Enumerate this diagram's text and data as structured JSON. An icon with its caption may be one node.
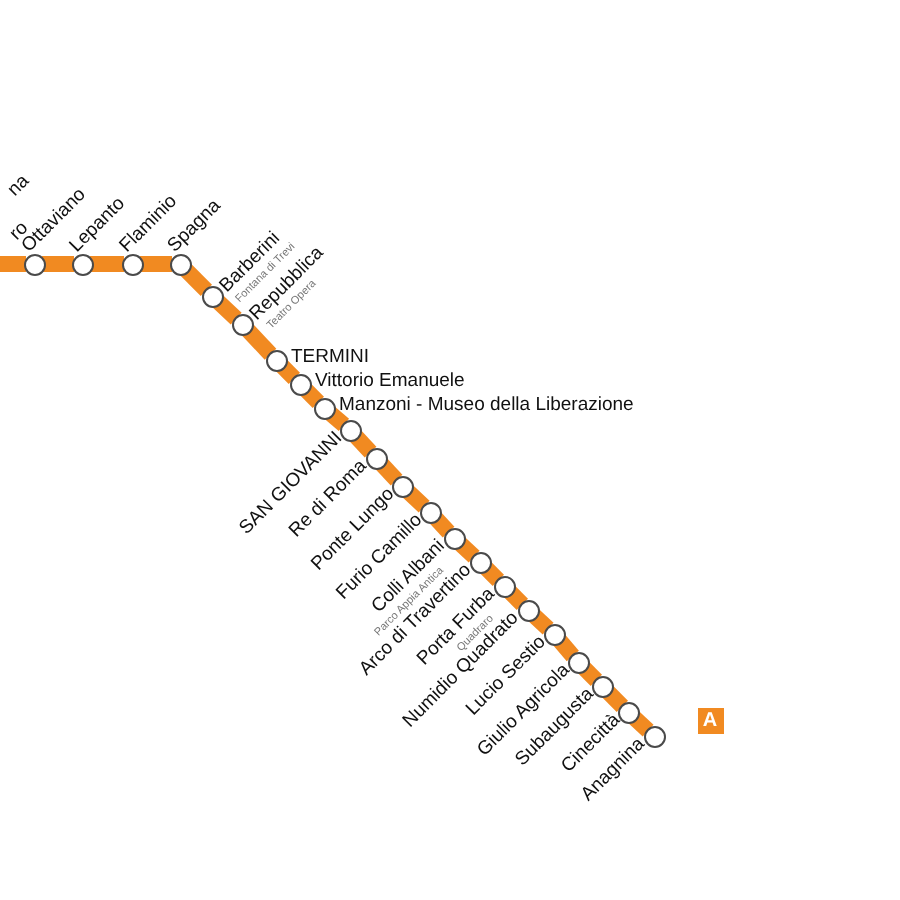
{
  "diagram": {
    "nodes": [
      {
        "text": [
          "Ottaviano"
        ]
      },
      {
        "text": [
          "Lepanto"
        ]
      },
      {
        "text": [
          "Flaminio"
        ]
      },
      {
        "text": [
          "Spagna"
        ]
      },
      {
        "text": [
          "Barberini"
        ],
        "beside": [
          "Fontana di Trevi"
        ]
      },
      {
        "text": [
          "Repubblica"
        ],
        "beside": [
          "Teatro Opera"
        ]
      },
      {
        "text": [
          "TERMINI"
        ]
      },
      {
        "text": [
          "Vittorio Emanuele"
        ]
      },
      {
        "text": [
          "Manzoni - Museo della Liberazione"
        ]
      },
      {
        "text": [
          "SAN GIOVANNI"
        ]
      },
      {
        "text": [
          "Re di Roma"
        ]
      },
      {
        "text": [
          "Ponte Lungo"
        ]
      },
      {
        "text": [
          "Furio Camillo"
        ]
      },
      {
        "text": [
          "Colli Albani"
        ],
        "beside": [
          "Parco Appia Antica"
        ]
      },
      {
        "text": [
          "Arco di Travertino"
        ]
      },
      {
        "text": [
          "Porta Furba"
        ],
        "beside": [
          "Quadraro"
        ]
      },
      {
        "text": [
          "Numidio Quadrato"
        ]
      },
      {
        "text": [
          "Lucio Sestio"
        ]
      },
      {
        "text": [
          "Giulio Agricola"
        ]
      },
      {
        "text": [
          "Subaugusta"
        ]
      },
      {
        "text": [
          "Cinecittà"
        ]
      },
      {
        "text": [
          "Anagnina"
        ]
      },
      {
        "text": [
          "A"
        ]
      }
    ],
    "edges": [
      {
        "from": null,
        "to": 0,
        "arrow": "none"
      },
      {
        "from": 0,
        "to": 1,
        "arrow": "none"
      },
      {
        "from": 1,
        "to": 2,
        "arrow": "none"
      },
      {
        "from": 2,
        "to": 3,
        "arrow": "none"
      },
      {
        "from": 3,
        "to": 4,
        "arrow": "none"
      },
      {
        "from": 4,
        "to": 5,
        "arrow": "none"
      },
      {
        "from": 5,
        "to": 6,
        "arrow": "none"
      },
      {
        "from": 6,
        "to": 7,
        "arrow": "none"
      },
      {
        "from": 7,
        "to": 8,
        "arrow": "none"
      },
      {
        "from": 8,
        "to": 9,
        "arrow": "none"
      },
      {
        "from": 9,
        "to": 10,
        "arrow": "none"
      },
      {
        "from": 10,
        "to": 11,
        "arrow": "none"
      },
      {
        "from": 11,
        "to": 12,
        "arrow": "none"
      },
      {
        "from": 12,
        "to": 13,
        "arrow": "none"
      },
      {
        "from": 13,
        "to": 14,
        "arrow": "none"
      },
      {
        "from": 14,
        "to": 15,
        "arrow": "none"
      },
      {
        "from": 15,
        "to": 16,
        "arrow": "none"
      },
      {
        "from": 16,
        "to": 17,
        "arrow": "none"
      },
      {
        "from": 17,
        "to": 18,
        "arrow": "none"
      },
      {
        "from": 18,
        "to": 19,
        "arrow": "none"
      },
      {
        "from": 19,
        "to": 20,
        "arrow": "none"
      },
      {
        "from": 20,
        "to": 21,
        "arrow": "none"
      }
    ],
    "labels": [
      "na",
      "ro"
    ]
  }
}
